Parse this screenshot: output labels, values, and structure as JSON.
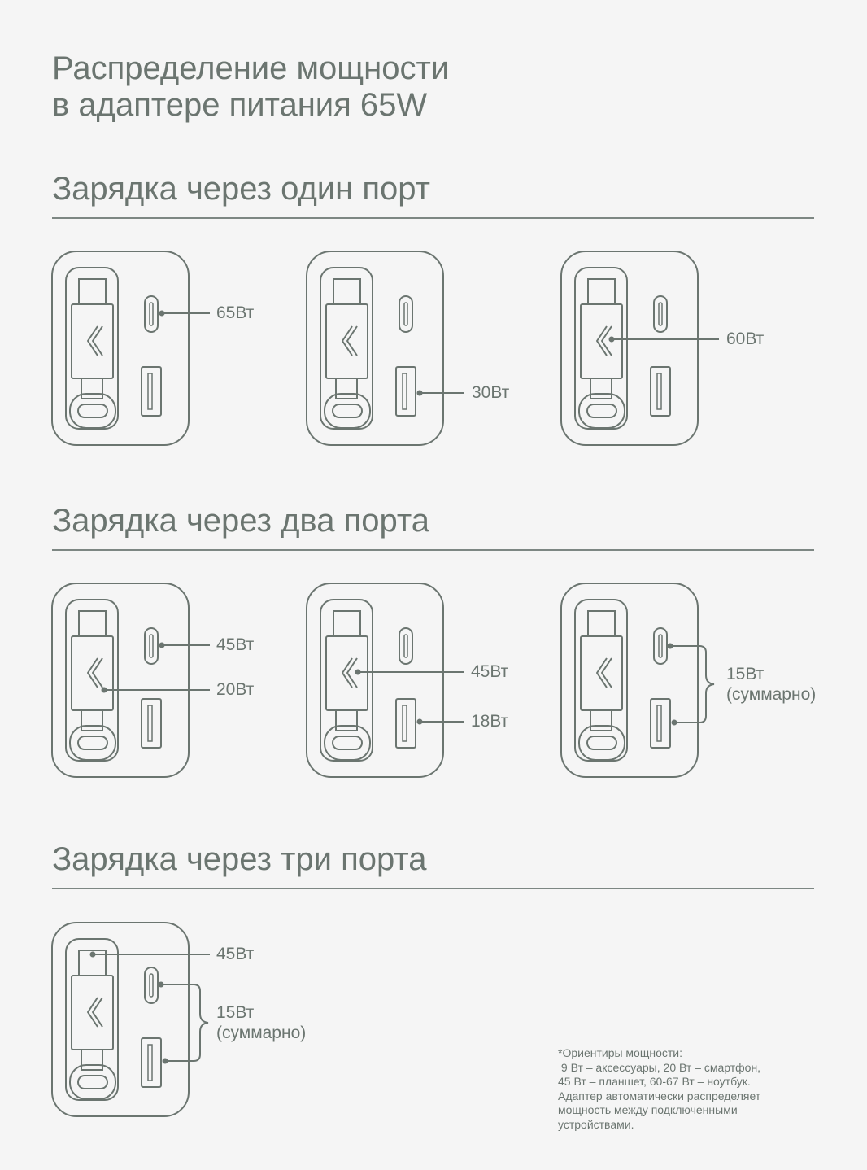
{
  "title": {
    "line1": "Распределение мощности",
    "line2": "в адаптере питания 65W"
  },
  "sections": [
    {
      "heading": "Зарядка через один порт",
      "adapters": [
        {
          "labels": [
            "65Вт"
          ]
        },
        {
          "labels": [
            "30Вт"
          ]
        },
        {
          "labels": [
            "60Вт"
          ]
        }
      ]
    },
    {
      "heading": "Зарядка через два порта",
      "adapters": [
        {
          "labels": [
            "45Вт",
            "20Вт"
          ]
        },
        {
          "labels": [
            "45Вт",
            "18Вт"
          ]
        },
        {
          "labels": [
            "15Вт",
            "(суммарно)"
          ]
        }
      ]
    },
    {
      "heading": "Зарядка через три порта",
      "adapters": [
        {
          "labels": [
            "45Вт",
            "15Вт",
            "(суммарно)"
          ]
        }
      ]
    }
  ],
  "footnote": {
    "line1": "*Ориентиры мощности:",
    "line2": " 9 Вт – аксессуары, 20 Вт – смартфон,",
    "line3": "45 Вт – планшет, 60-67 Вт – ноутбук.",
    "line4": "Адаптер автоматически распределяет",
    "line5": "мощность между подключенными",
    "line6": "устройствами."
  },
  "colors": {
    "stroke": "#6b7570",
    "text": "#6b7570",
    "background": "#f5f5f5"
  }
}
